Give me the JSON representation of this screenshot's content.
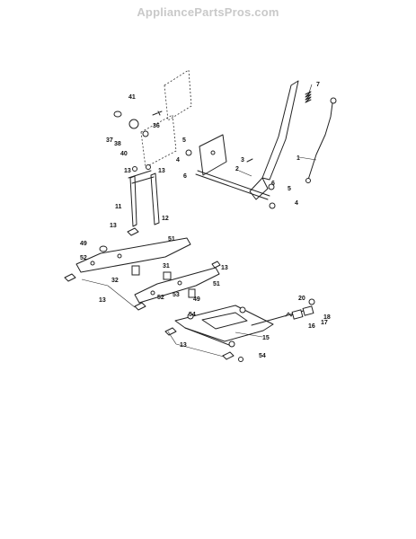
{
  "site": {
    "watermark": "AppliancePartsPros.com"
  },
  "diagram": {
    "callouts": [
      "1",
      "2",
      "3",
      "4",
      "4",
      "5",
      "5",
      "6",
      "6",
      "7",
      "11",
      "12",
      "13",
      "13",
      "13",
      "13",
      "13",
      "13",
      "15",
      "16",
      "17",
      "18",
      "20",
      "31",
      "32",
      "37",
      "38",
      "40",
      "41",
      "49",
      "49",
      "51",
      "51",
      "52",
      "52",
      "53",
      "54",
      "54",
      "36"
    ]
  }
}
